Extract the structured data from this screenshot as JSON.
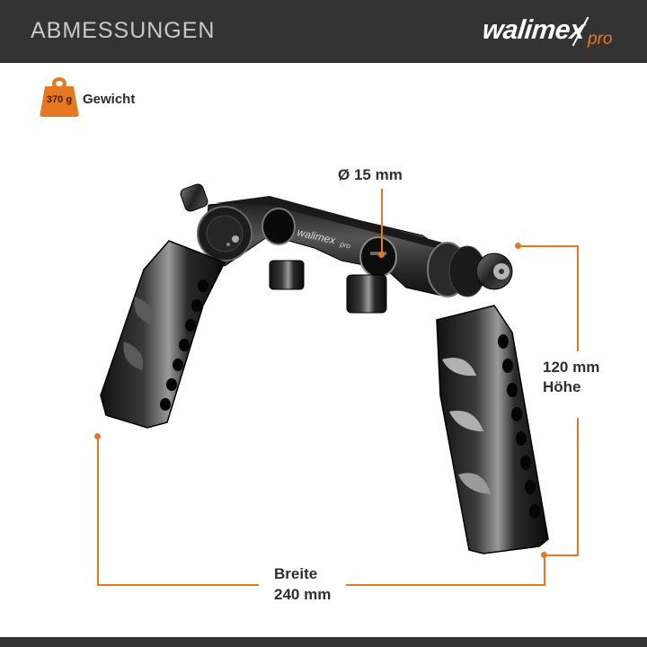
{
  "header": {
    "title": "ABMESSUNGEN",
    "brand": {
      "main": "walimex",
      "suffix": "pro"
    }
  },
  "weight": {
    "icon": "weight-icon",
    "value": "370 g",
    "label": "Gewicht"
  },
  "product": {
    "name": "handle-grips-rod-clamp",
    "engraving": "walimex pro"
  },
  "dimensions": {
    "diameter": {
      "label": "Ø 15 mm"
    },
    "height": {
      "value": "120 mm",
      "label": "Höhe"
    },
    "width": {
      "label": "Breite",
      "value": "240 mm"
    }
  },
  "colors": {
    "header_bg": "#333333",
    "accent": "#e87722",
    "text": "#2f2f2f",
    "header_text": "#c8c8c8"
  }
}
